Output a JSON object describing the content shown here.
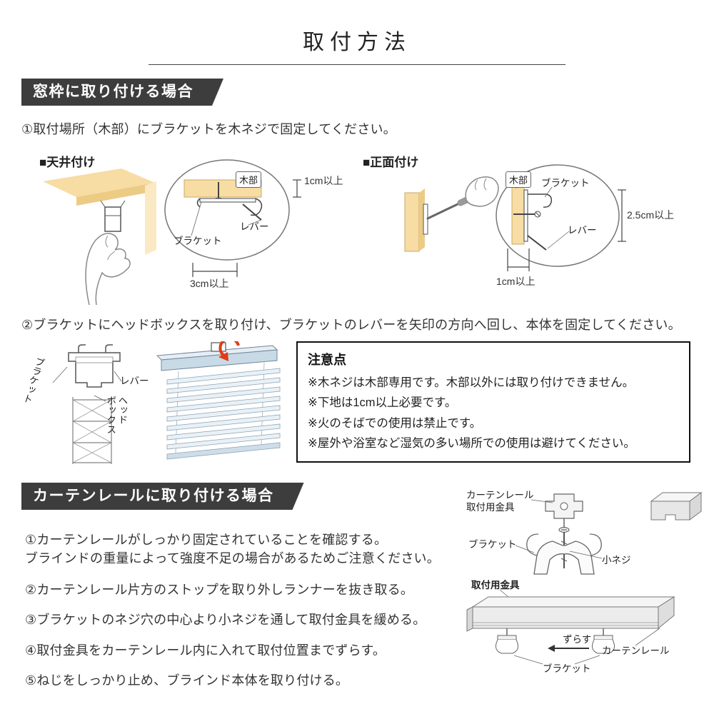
{
  "page": {
    "title": "取付方法"
  },
  "window_section": {
    "heading": "窓枠に取り付ける場合",
    "step1": "①取付場所（木部）にブラケットを木ネジで固定してください。",
    "step2": "②ブラケットにヘッドボックスを取り付け、ブラケットのレバーを矢印の方向へ回し、本体を固定してください。",
    "ceiling": {
      "title": "■天井付け",
      "wood": "木部",
      "lever": "レバー",
      "bracket": "ブラケット",
      "dim_depth": "1cm以上",
      "dim_width": "3cm以上"
    },
    "front": {
      "title": "■正面付け",
      "wood": "木部",
      "bracket": "ブラケット",
      "lever": "レバー",
      "dim_height": "2.5cm以上",
      "dim_depth": "1cm以上"
    },
    "attach_figure": {
      "bracket": "ブラケット",
      "lever": "レバー",
      "headbox_col1": "ヘッド",
      "headbox_col2": "ボックス"
    },
    "caution": {
      "title": "注意点",
      "items": [
        "※木ネジは木部専用です。木部以外には取り付けできません。",
        "※下地は1cm以上必要です。",
        "※火のそばでの使用は禁止です。",
        "※屋外や浴室など湿気の多い場所での使用は避けてください。"
      ]
    }
  },
  "rail_section": {
    "heading": "カーテンレールに取り付ける場合",
    "steps": [
      "①カーテンレールがしっかり固定されていることを確認する。",
      "ブラインドの重量によって強度不足の場合があるためご注意ください。",
      "②カーテンレール片方のストップを取り外しランナーを抜き取る。",
      "③ブラケットのネジ穴の中心より小ネジを通して取付金具を緩める。",
      "④取付金具をカーテンレール内に入れて取付位置までずらす。",
      "⑤ねじをしっかり止め、ブラインド本体を取り付ける。"
    ],
    "figure": {
      "rail_fitting_l1": "カーテンレール",
      "rail_fitting_l2": "取付用金具",
      "bracket_top": "ブラケット",
      "small_screw": "小ネジ",
      "fitting": "取付用金具",
      "slide": "ずらす",
      "curtain_rail": "カーテンレール",
      "bracket_bottom": "ブラケット"
    }
  }
}
